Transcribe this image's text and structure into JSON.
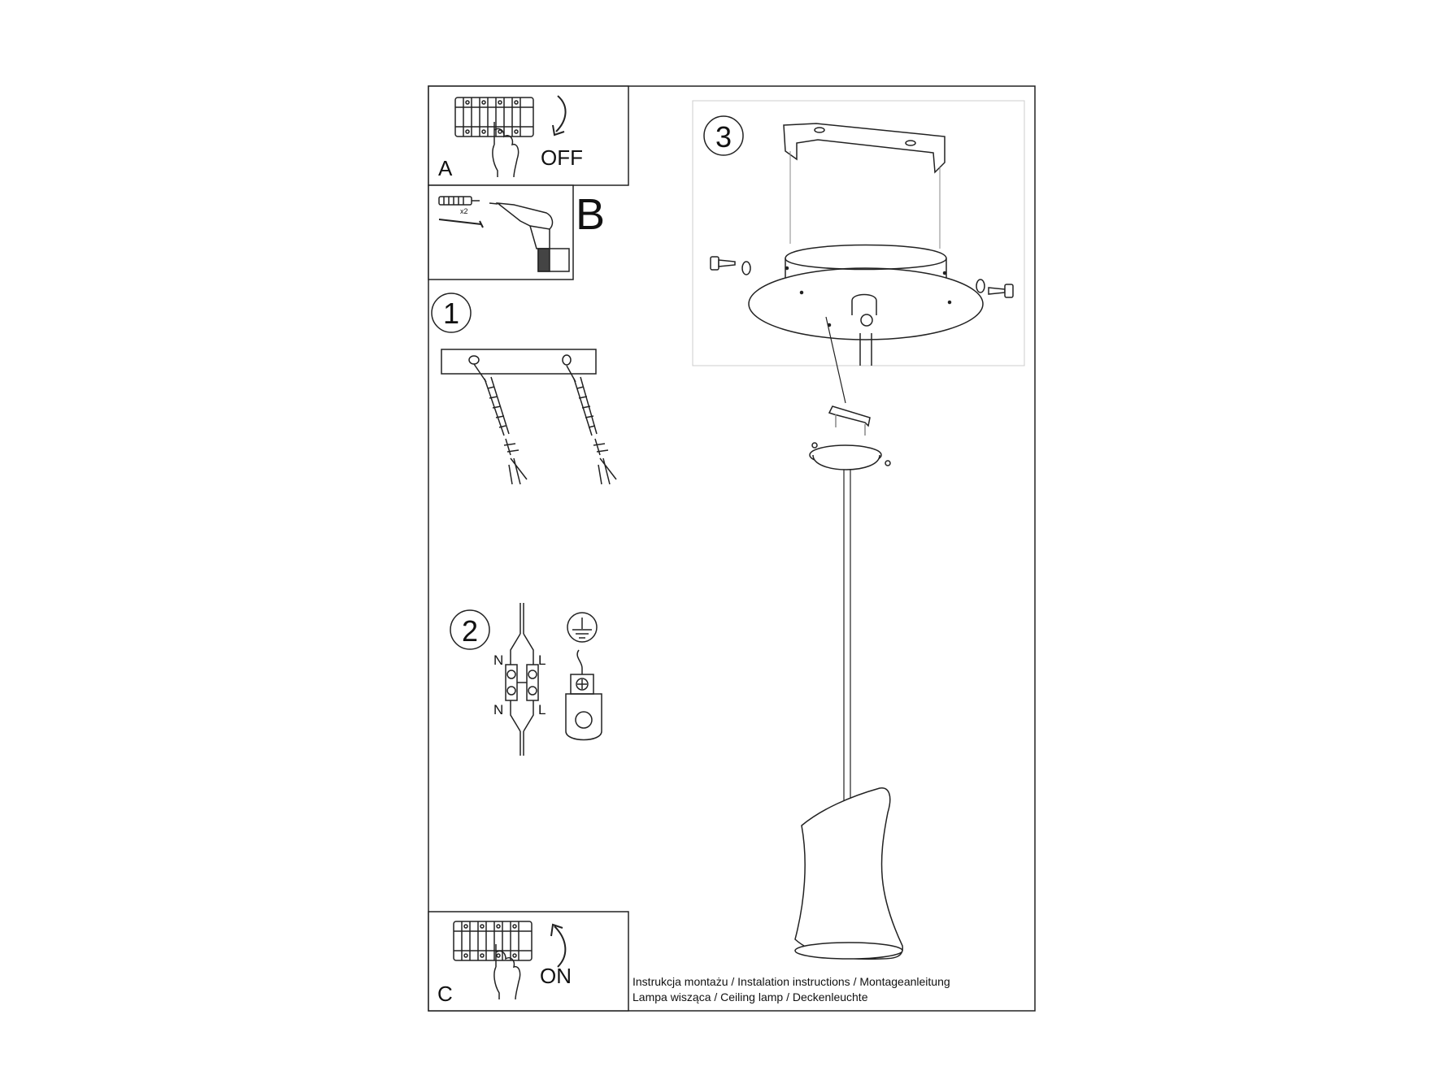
{
  "panels": {
    "a": {
      "letter": "A",
      "state": "OFF"
    },
    "b": {
      "letter": "B",
      "qty": "x2"
    },
    "c": {
      "letter": "C",
      "state": "ON"
    }
  },
  "steps": {
    "s1": {
      "number": "1"
    },
    "s2": {
      "number": "2",
      "wires_top": {
        "n": "N",
        "l": "L"
      },
      "wires_bottom": {
        "n": "N",
        "l": "L"
      }
    },
    "s3": {
      "number": "3"
    }
  },
  "footer": {
    "line1": "Instrukcja montażu / Instalation instructions / Montageanleitung",
    "line2": "Lampa wisząca / Ceiling lamp / Deckenleuchte"
  },
  "colors": {
    "ink": "#111111",
    "paper": "#ffffff",
    "frame": "#222222"
  }
}
